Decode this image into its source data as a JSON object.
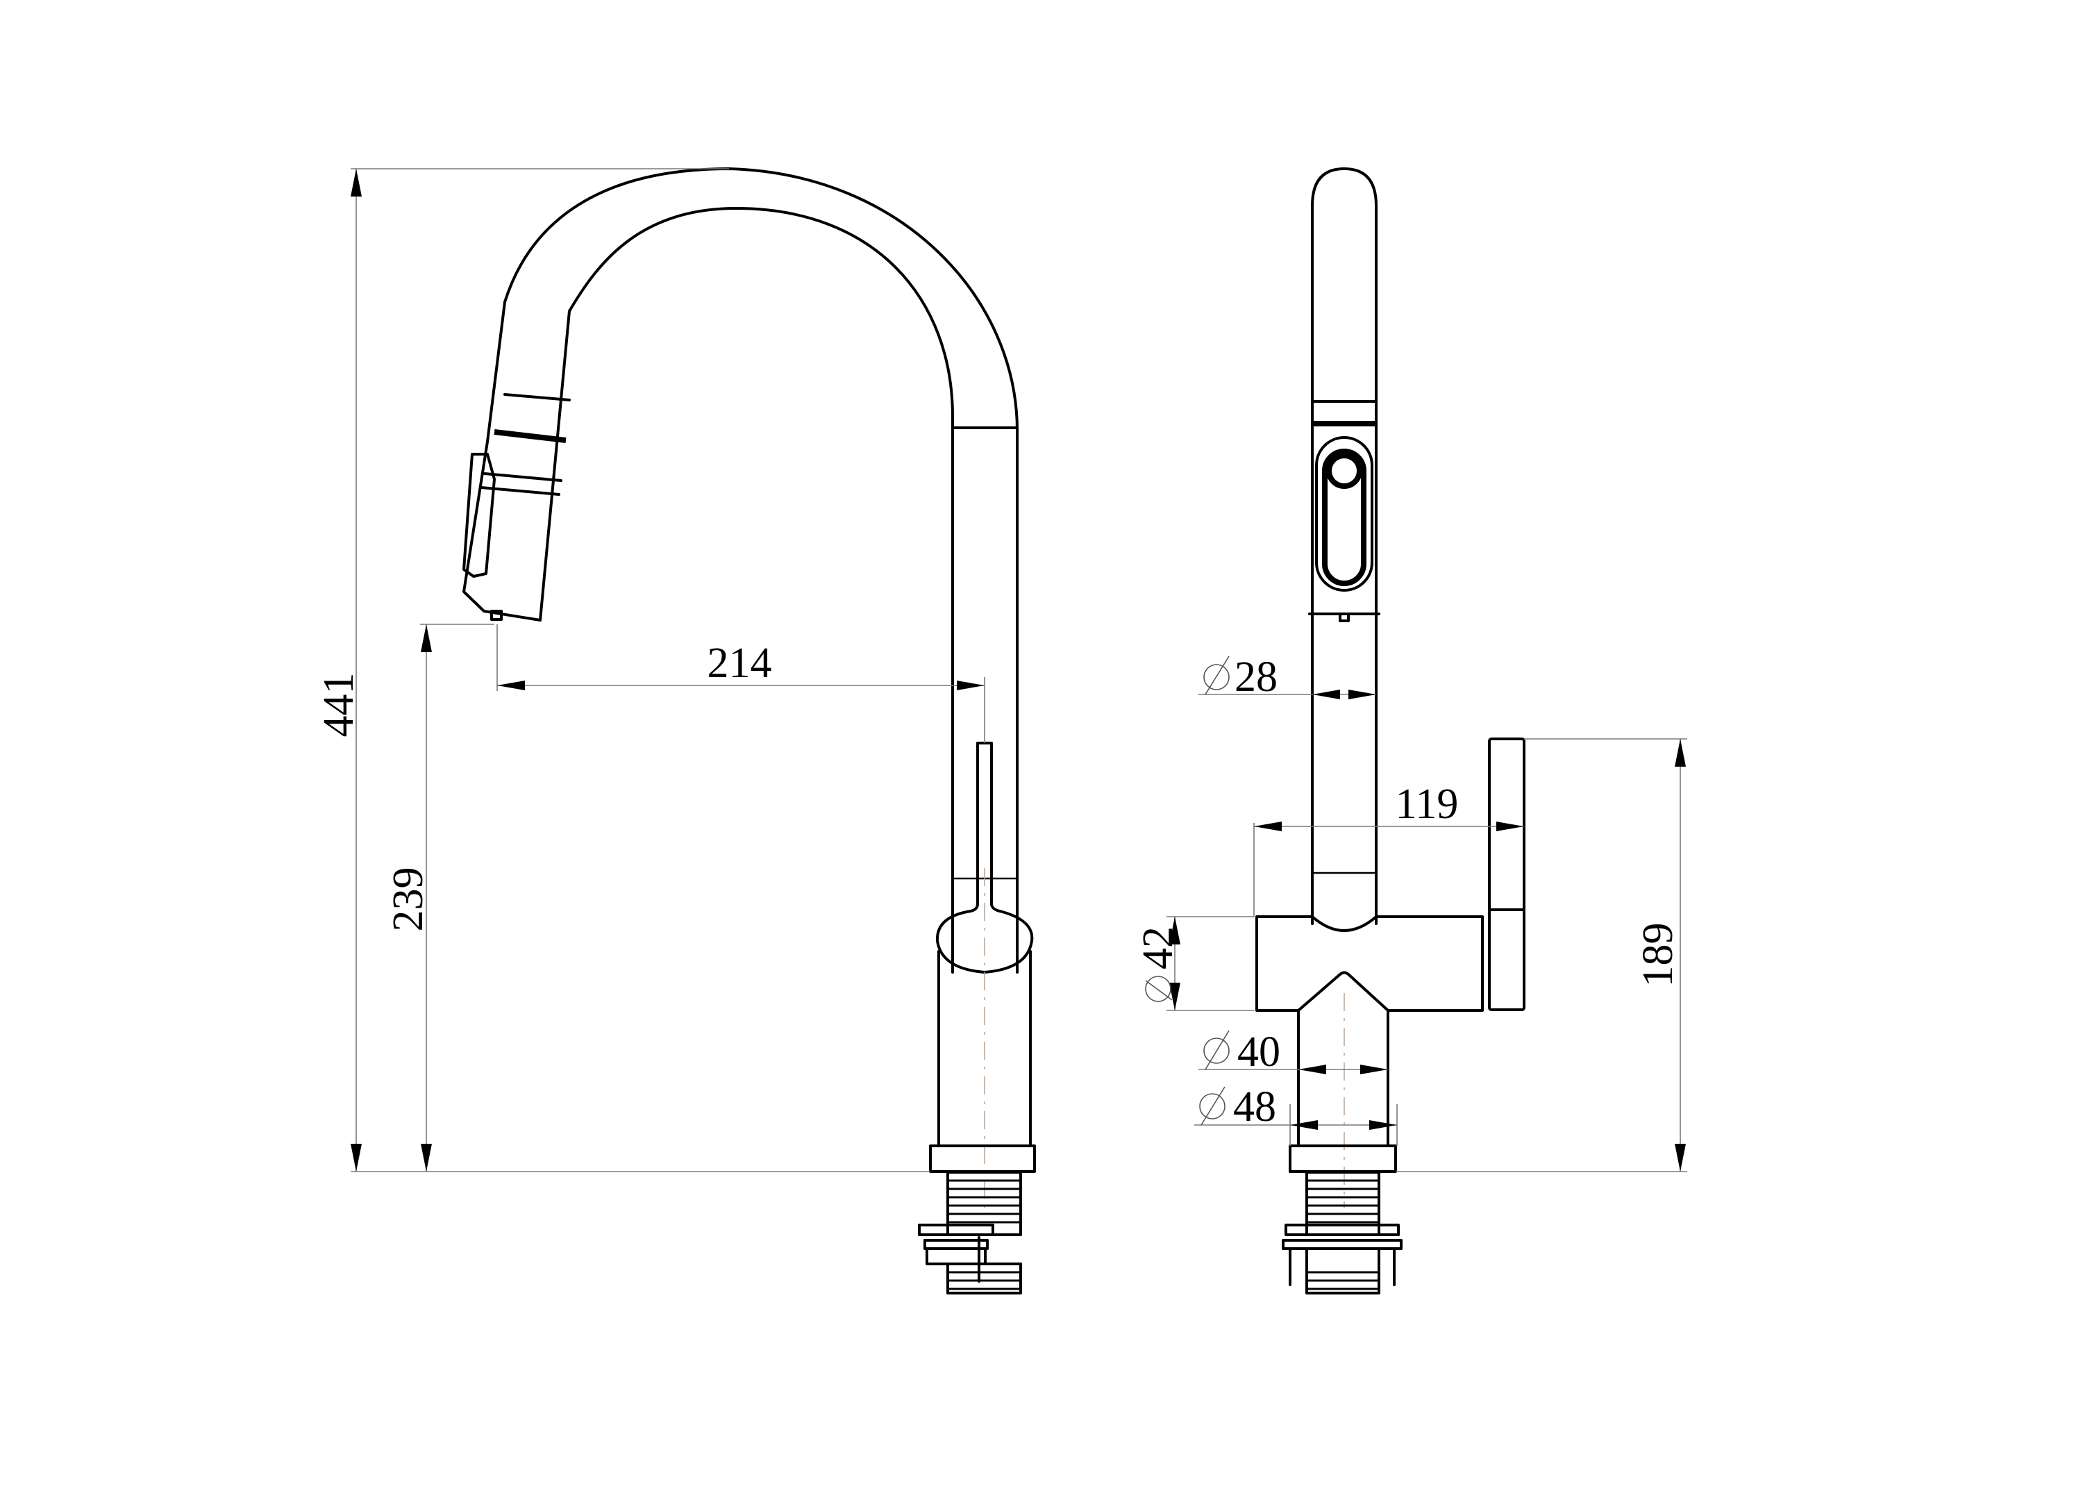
{
  "drawing": {
    "subject": "pull-down kitchen faucet",
    "views": [
      {
        "name": "front-view"
      },
      {
        "name": "side-view"
      }
    ],
    "dimensions": {
      "total_height": "441",
      "spout_outlet_height": "239",
      "spout_reach": "214",
      "spout_diameter": "28",
      "handle_to_body_width": "119",
      "body_diameter": "42",
      "base_diameter_inner": "40",
      "base_diameter_outer": "48",
      "body_height": "189"
    },
    "diameter_symbol": "⌀",
    "colors": {
      "line": "#000000",
      "dimension_line": "#7a7a7a",
      "center_line": "#c9a58a",
      "background": "#ffffff"
    }
  }
}
